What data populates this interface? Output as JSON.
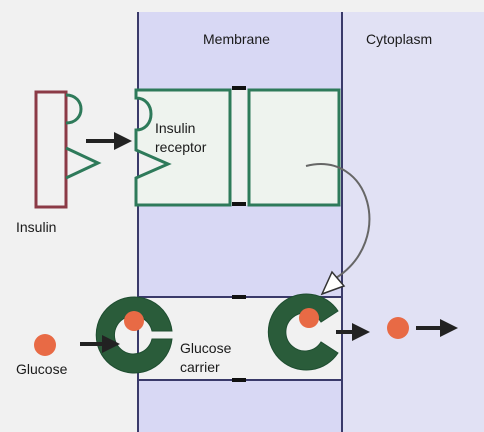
{
  "labels": {
    "membrane": "Membrane",
    "cytoplasm": "Cytoplasm",
    "insulin": "Insulin",
    "receptor_line1": "Insulin",
    "receptor_line2": "receptor",
    "glucose": "Glucose",
    "carrier_line1": "Glucose",
    "carrier_line2": "carrier"
  },
  "colors": {
    "background": "#f1f1f1",
    "membrane_fill": "#d8d8f4",
    "membrane_border": "#3a3a6a",
    "receptor_green": "#2e7a5a",
    "receptor_fill": "#eef3ee",
    "carrier_green": "#2a5c3a",
    "glucose_orange": "#e86a45",
    "insulin_red": "#8b3a46",
    "arrow": "#222222",
    "connector_gray": "#666666"
  },
  "icons": {
    "flow_arrow": "right-arrow-icon",
    "connector": "curved-arrow-icon"
  }
}
